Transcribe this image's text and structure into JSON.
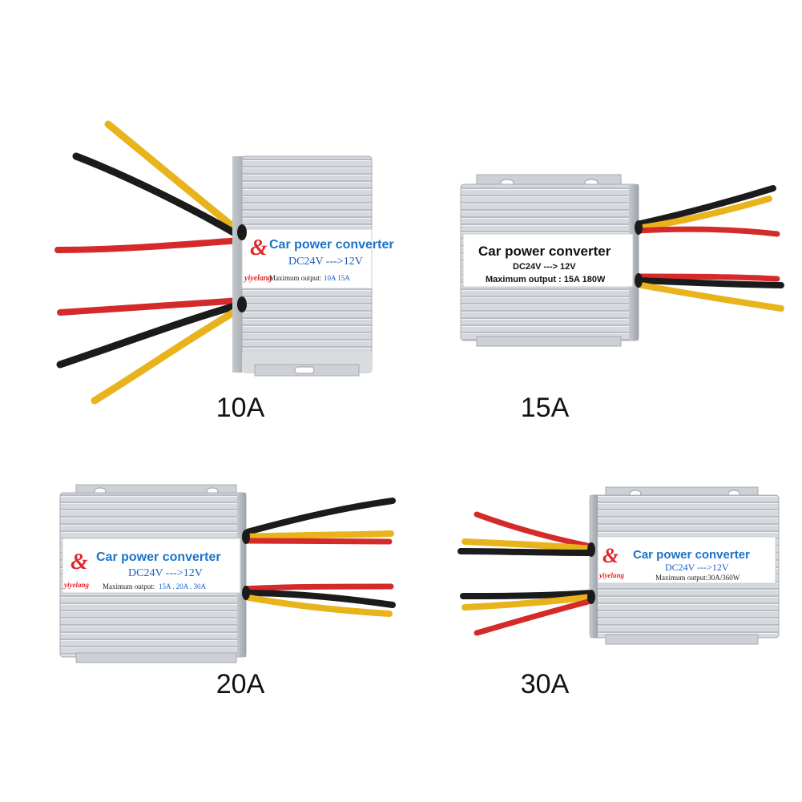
{
  "colors": {
    "blue_text": "#1a73c9",
    "brand_red": "#e0262b",
    "wire_red": "#d42a2a",
    "wire_yellow": "#e9b31c",
    "wire_black": "#1b1b1b"
  },
  "products": [
    {
      "caption": "10A",
      "label_title": "Car power converter",
      "label_spec": "DC24V --->12V",
      "label_output_prefix": "Maximum output:",
      "label_options": "10A  15A",
      "brand": "yiyelang",
      "brand_icon": "ampersand-logo-icon"
    },
    {
      "caption": "15A",
      "label_title": "Car power converter",
      "label_spec": "DC24V ---> 12V",
      "label_output": "Maximum output : 15A 180W"
    },
    {
      "caption": "20A",
      "label_title": "Car power converter",
      "label_spec": "DC24V --->12V",
      "label_output_prefix": "Maximum output:",
      "label_options": "15A . 20A . 30A",
      "brand": "yiyelang",
      "brand_icon": "ampersand-logo-icon"
    },
    {
      "caption": "30A",
      "label_title": "Car power converter",
      "label_spec": "DC24V --->12V",
      "label_output": "Maximum output:30A/360W",
      "brand": "yiyelang",
      "brand_icon": "ampersand-logo-icon"
    }
  ]
}
